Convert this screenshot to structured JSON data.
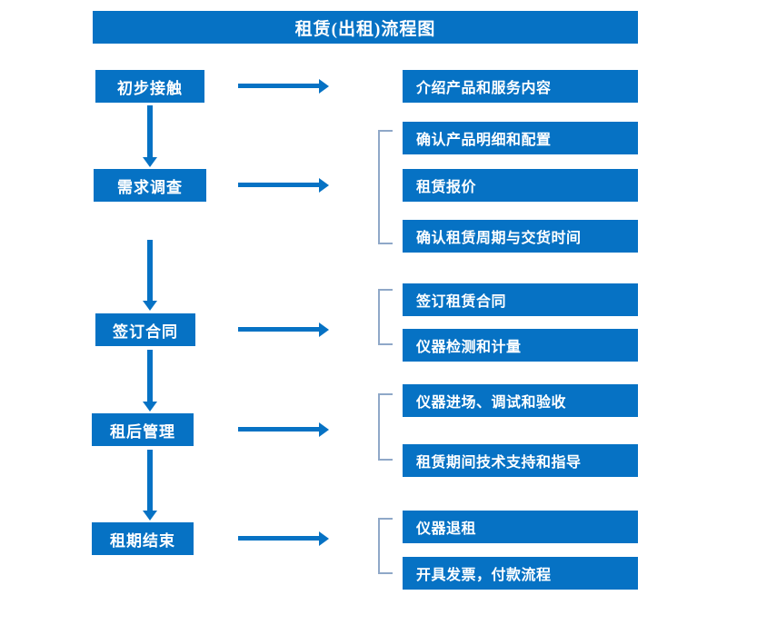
{
  "chart_title": "租赁(出租)流程图",
  "colors": {
    "box_blue": "#0672C4",
    "box_text": "#FFFFFF",
    "bracket_gray": "#8FA8C8",
    "background": "#FFFFFF"
  },
  "stages": [
    {
      "label": "初步接触"
    },
    {
      "label": "需求调查"
    },
    {
      "label": "签订合同"
    },
    {
      "label": "租后管理"
    },
    {
      "label": "租期结束"
    }
  ],
  "details": [
    {
      "label": "介绍产品和服务内容"
    },
    {
      "label": "确认产品明细和配置"
    },
    {
      "label": "租赁报价"
    },
    {
      "label": "确认租赁周期与交货时间"
    },
    {
      "label": "签订租赁合同"
    },
    {
      "label": "仪器检测和计量"
    },
    {
      "label": "仪器进场、调试和验收"
    },
    {
      "label": "租赁期间技术支持和指导"
    },
    {
      "label": "仪器退租"
    },
    {
      "label": "开具发票，付款流程"
    }
  ]
}
